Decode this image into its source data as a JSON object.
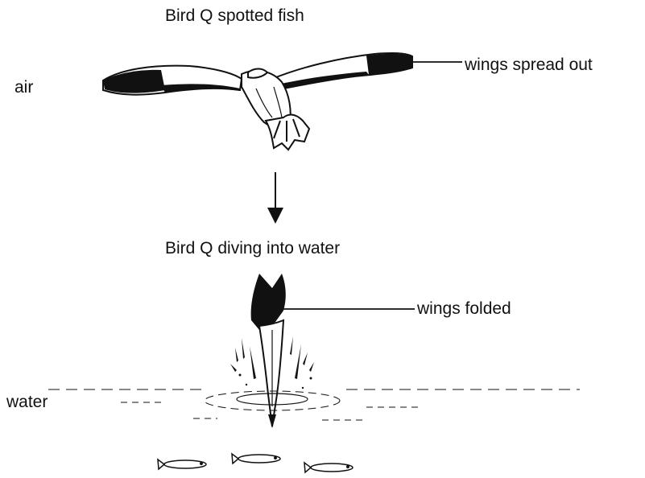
{
  "labels": {
    "top_caption": "Bird Q spotted fish",
    "air": "air",
    "wings_spread": "wings spread out",
    "dive_caption": "Bird Q diving into water",
    "wings_folded": "wings folded",
    "water": "water"
  },
  "colors": {
    "ink": "#111111",
    "background": "#ffffff"
  }
}
